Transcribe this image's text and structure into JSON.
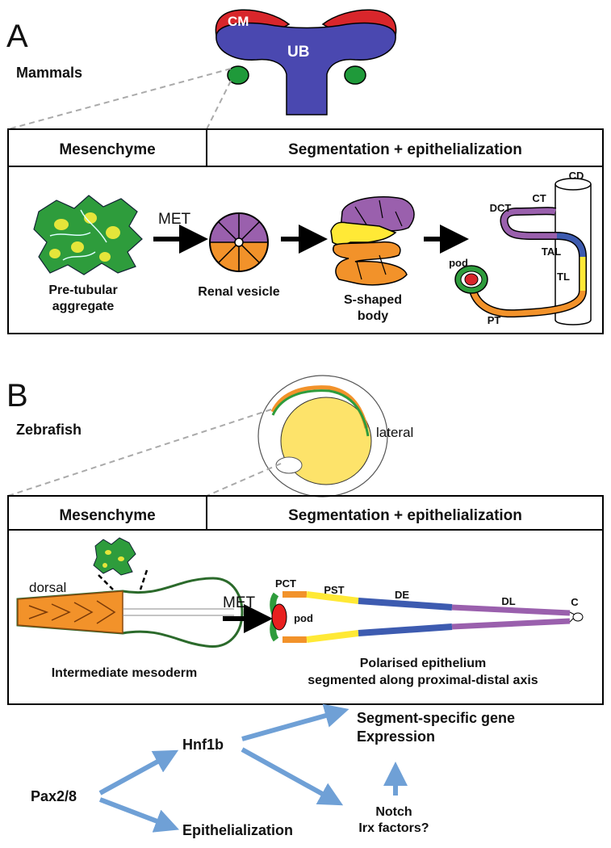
{
  "panel_a": {
    "letter": "A",
    "species": "Mammals",
    "cm_label": "CM",
    "ub_label": "UB",
    "header_left": "Mesenchyme",
    "header_right": "Segmentation + epithelialization",
    "met_label": "MET",
    "stage1_line1": "Pre-tubular",
    "stage1_line2": "aggregate",
    "stage2": "Renal vesicle",
    "stage3_line1": "S-shaped",
    "stage3_line2": "body",
    "nephron_labels": {
      "cd": "CD",
      "ct": "CT",
      "dct": "DCT",
      "tal": "TAL",
      "tl": "TL",
      "pt": "PT",
      "pod": "pod"
    }
  },
  "panel_b": {
    "letter": "B",
    "species": "Zebrafish",
    "lateral": "lateral",
    "header_left": "Mesenchyme",
    "header_right": "Segmentation + epithelialization",
    "dorsal": "dorsal",
    "met_label": "MET",
    "im_label": "Intermediate mesoderm",
    "segments": {
      "pct": "PCT",
      "pst": "PST",
      "de": "DE",
      "dl": "DL",
      "c": "C",
      "pod": "pod"
    },
    "caption_line1": "Polarised epithelium",
    "caption_line2": "segmented along proximal-distal axis"
  },
  "pathway": {
    "pax": "Pax2/8",
    "hnf": "Hnf1b",
    "epi": "Epithelialization",
    "seg_line1": "Segment-specific gene",
    "seg_line2": "Expression",
    "notch_line1": "Notch",
    "notch_line2": "Irx factors?"
  },
  "colors": {
    "cm": "#d8262b",
    "ub": "#4a48b0",
    "green": "#2e9c3c",
    "purple": "#9a60ad",
    "orange": "#f2922a",
    "yellow": "#ffe936",
    "blue": "#3d5bb0",
    "arrow_blue": "#6fa0d6",
    "yolk": "#fde36a"
  }
}
